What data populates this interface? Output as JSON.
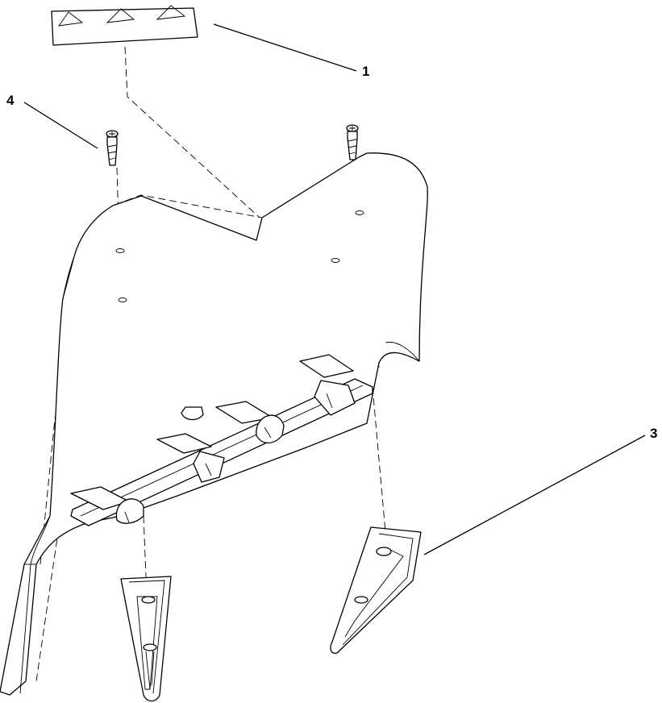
{
  "callouts": [
    {
      "id": "decal",
      "label": "1"
    },
    {
      "id": "bracket-right",
      "label": "3"
    },
    {
      "id": "screw",
      "label": "4"
    }
  ]
}
